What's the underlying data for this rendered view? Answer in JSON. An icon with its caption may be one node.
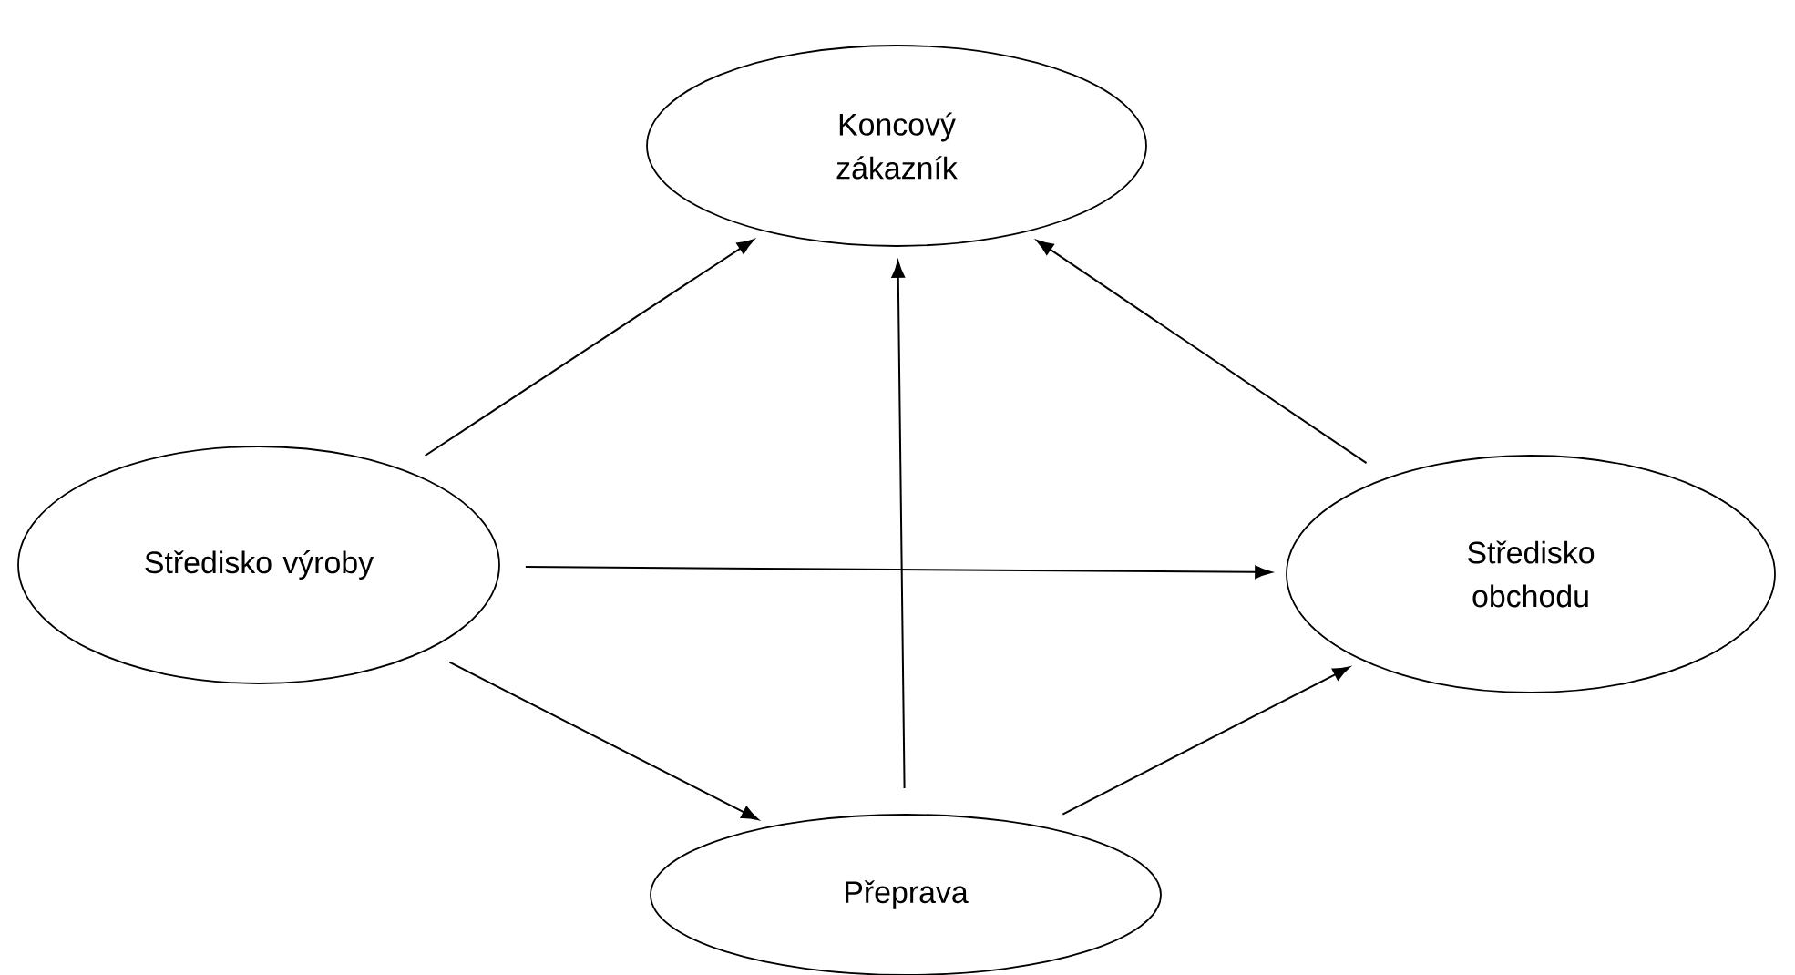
{
  "diagram": {
    "nodes": [
      {
        "text": [
          "Koncový zákazník"
        ]
      },
      {
        "text": [
          "Středisko výroby"
        ]
      },
      {
        "text": [
          "Středisko obchodu"
        ]
      },
      {
        "text": [
          "Přeprava"
        ]
      }
    ],
    "edges": [
      {
        "from": 1,
        "to": 0,
        "arrow": "to"
      },
      {
        "from": 1,
        "to": 2,
        "arrow": "to"
      },
      {
        "from": 1,
        "to": 3,
        "arrow": "to"
      },
      {
        "from": 3,
        "to": 0,
        "arrow": "to"
      },
      {
        "from": 3,
        "to": 2,
        "arrow": "to"
      },
      {
        "from": 2,
        "to": 0,
        "arrow": "to"
      }
    ]
  }
}
